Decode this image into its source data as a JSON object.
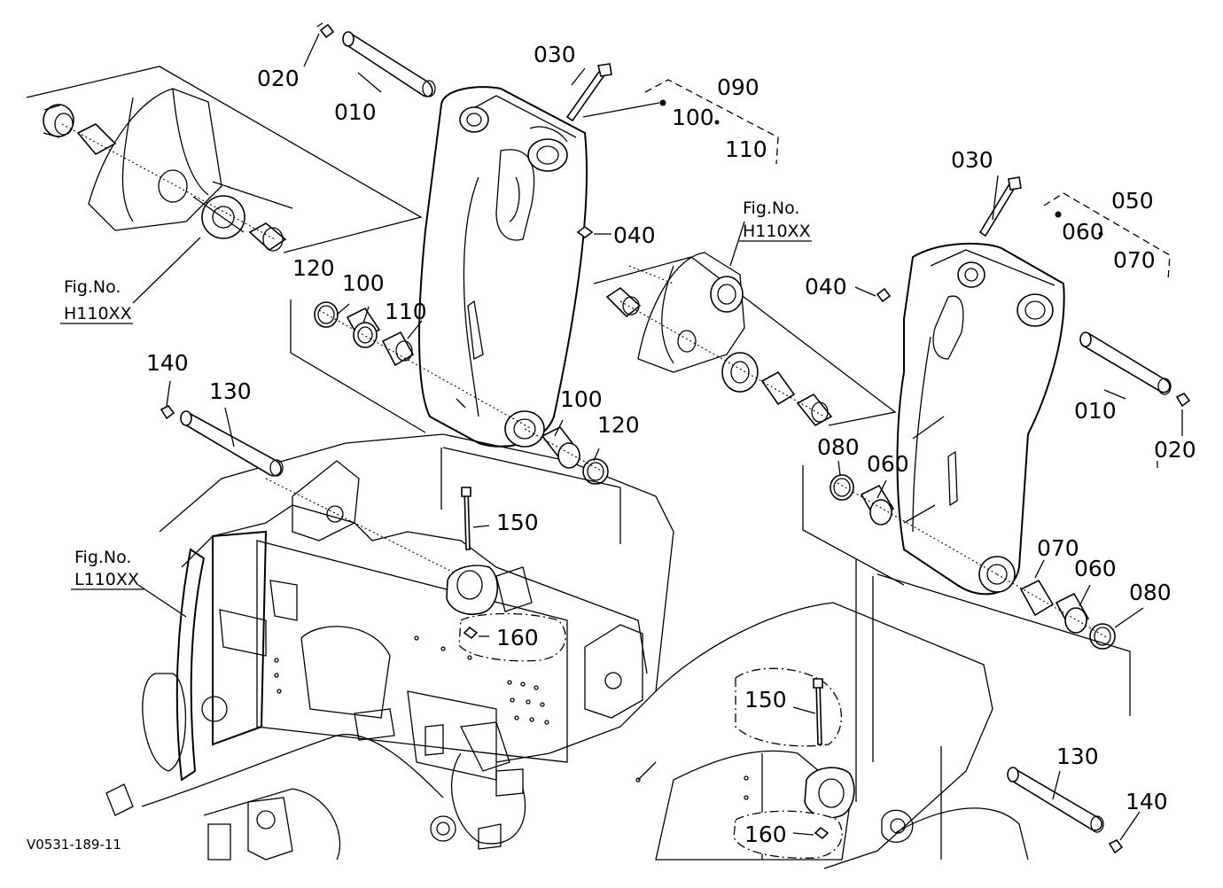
{
  "callouts": {
    "l_020": "020",
    "l_010": "010",
    "l_030": "030",
    "l_090": "090",
    "l_100_top": "100",
    "l_110_top": "110",
    "l_040": "040",
    "l_120": "120",
    "l_100": "100",
    "l_110": "110",
    "l_100_b": "100",
    "l_120_b": "120",
    "l_140": "140",
    "l_130": "130",
    "l_150": "150",
    "l_160": "160",
    "r_030": "030",
    "r_050": "050",
    "r_060_top": "060",
    "r_070_top": "070",
    "r_040": "040",
    "r_010": "010",
    "r_020": "020",
    "r_080": "080",
    "r_060": "060",
    "r_070": "070",
    "r_060_b": "060",
    "r_080_b": "080",
    "r_150": "150",
    "r_160": "160",
    "r_130": "130",
    "r_140": "140"
  },
  "figrefs": {
    "left_top": {
      "title": "Fig.No.",
      "code": "H110XX"
    },
    "middle": {
      "title": "Fig.No.",
      "code": "H110XX"
    },
    "left_bottom": {
      "title": "Fig.No.",
      "code": "L110XX"
    }
  },
  "drawing_code": "V0531-189-11"
}
